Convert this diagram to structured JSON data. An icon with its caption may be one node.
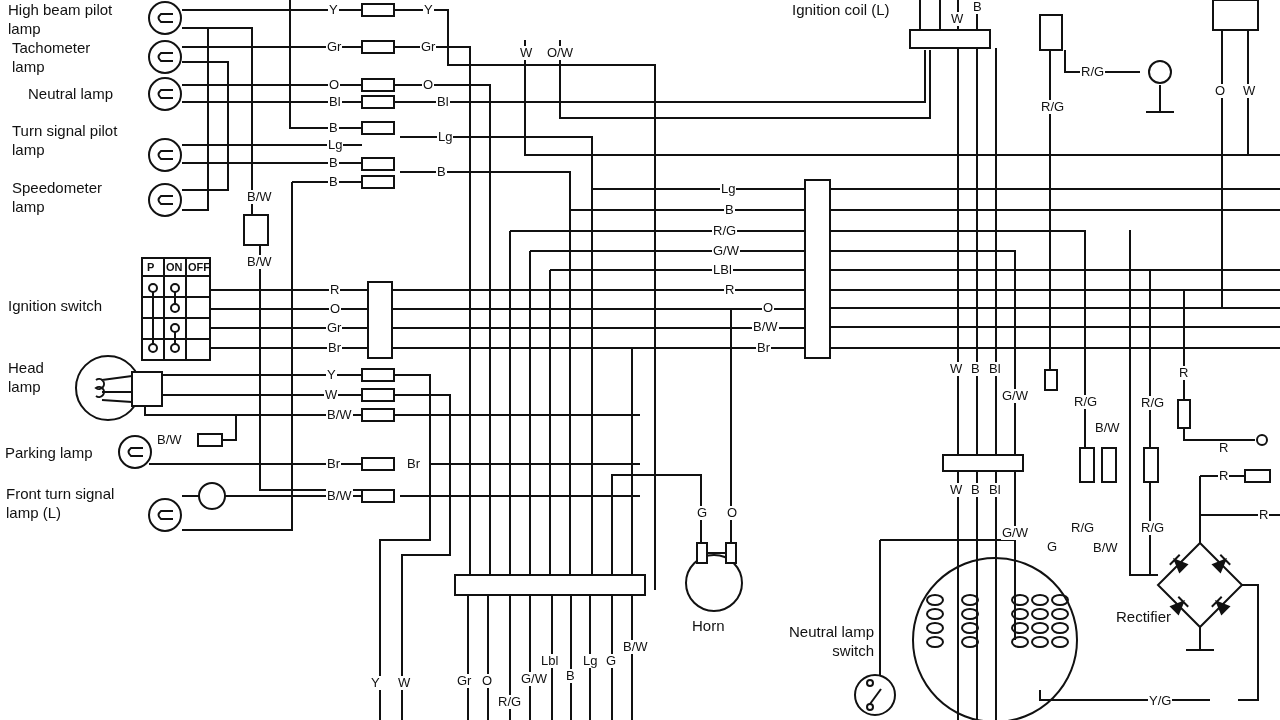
{
  "diagram": {
    "nodes": [
      {
        "text": [
          "High beam pilot lamp"
        ]
      },
      {
        "text": [
          "Tachometer lamp"
        ]
      },
      {
        "text": [
          "Neutral lamp"
        ]
      },
      {
        "text": [
          "Turn signal pilot lamp"
        ]
      },
      {
        "text": [
          "Speedometer lamp"
        ]
      },
      {
        "text": [
          "Ignition switch"
        ]
      },
      {
        "text": [
          "Head lamp"
        ]
      },
      {
        "text": [
          "Parking lamp"
        ]
      },
      {
        "text": [
          "Front turn signal lamp (L)"
        ]
      },
      {
        "text": [
          "Horn"
        ]
      },
      {
        "text": [
          "Neutral lamp switch"
        ]
      },
      {
        "text": [
          "Rectifier"
        ]
      },
      {
        "text": [
          "Ignition coil (L)"
        ]
      }
    ],
    "edges": [
      {
        "from": 0,
        "to": 4,
        "arrow": "none"
      },
      {
        "from": 1,
        "to": 4,
        "arrow": "none"
      }
    ],
    "labels": [
      "Y",
      "Y",
      "Gr",
      "Gr",
      "O",
      "O",
      "Bl",
      "Bl",
      "B",
      "Lg",
      "Lg",
      "B",
      "B",
      "B",
      "B/W",
      "B/W",
      "W",
      "O/W",
      "W",
      "B",
      "R/G",
      "R/G",
      "O",
      "W",
      "P",
      "ON",
      "OFF",
      "R",
      "O",
      "Gr",
      "Br",
      "Lg",
      "B",
      "R/G",
      "G/W",
      "LBl",
      "R",
      "O",
      "B/W",
      "Br",
      "Y",
      "W",
      "B/W",
      "B/W",
      "Br",
      "Br",
      "B/W",
      "G",
      "O",
      "Y",
      "W",
      "Gr",
      "O",
      "R/G",
      "G/W",
      "Lbl",
      "B",
      "Lg",
      "G",
      "B/W",
      "W",
      "B",
      "Bl",
      "G/W",
      "R/G",
      "B/W",
      "R/G",
      "R",
      "W",
      "B",
      "Bl",
      "G/W",
      "G",
      "R/G",
      "B/W",
      "R/G",
      "R",
      "R",
      "R",
      "Y/G"
    ]
  }
}
